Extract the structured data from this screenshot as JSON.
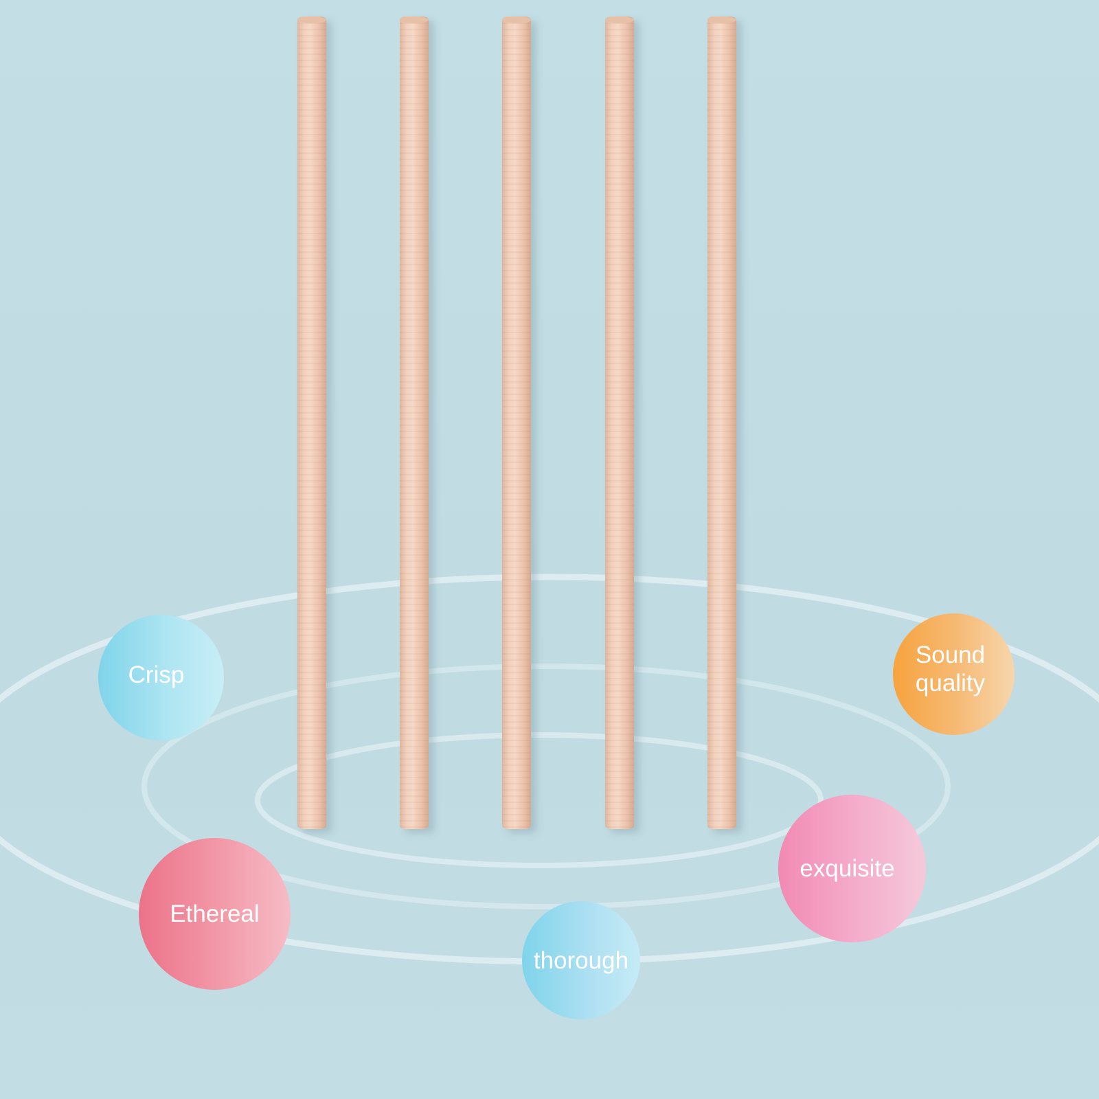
{
  "bubbles": {
    "crisp": "Crisp",
    "ethereal": "Ethereal",
    "thorough": "thorough",
    "exquisite": "exquisite",
    "sound_line1": "Sound",
    "sound_line2": "quality"
  },
  "colors": {
    "background": "#c2dde3",
    "wood": "#f2d2bf",
    "bubble_blue": "#7fd4ea",
    "bubble_red": "#ec7389",
    "bubble_pink": "#f28ab3",
    "bubble_orange": "#f7a33f"
  }
}
